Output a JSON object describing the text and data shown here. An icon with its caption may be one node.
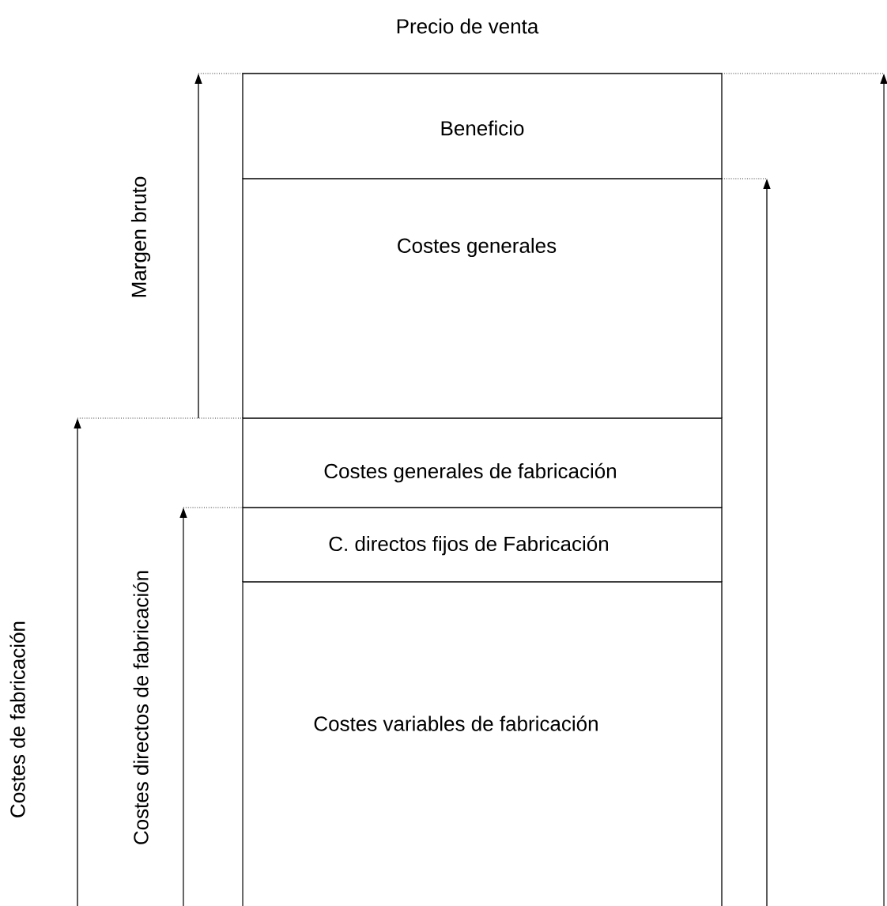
{
  "diagram": {
    "nodes": [
      {
        "text": [
          "Beneficio"
        ]
      },
      {
        "text": [
          "Costes generales"
        ]
      },
      {
        "text": [
          "Costes generales de fabricación"
        ]
      },
      {
        "text": [
          "C. directos fijos de Fabricación"
        ]
      },
      {
        "text": [
          "Costes variables de fabricación"
        ]
      }
    ],
    "labels": [
      "Precio de venta",
      "Margen bruto",
      "Costes de fabricación",
      "Costes directos de fabricación"
    ]
  }
}
